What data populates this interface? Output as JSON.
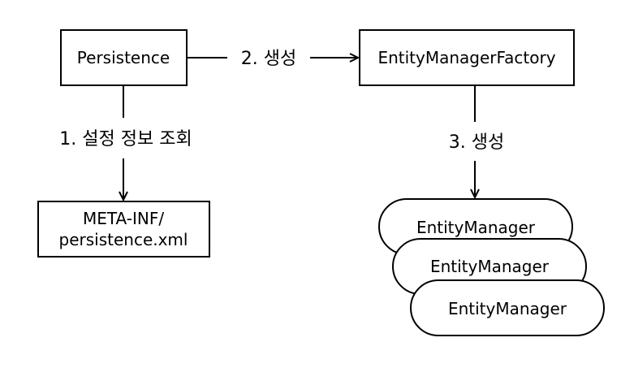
{
  "nodes": {
    "persistence": "Persistence",
    "factory": "EntityManagerFactory",
    "config_line1": "META-INF/",
    "config_line2": "persistence.xml",
    "entity_managers": [
      "EntityManager",
      "EntityManager",
      "EntityManager"
    ]
  },
  "edges": {
    "lookup_config": "1. 설정 정보 조회",
    "create_factory": "2. 생성",
    "create_manager": "3. 생성"
  },
  "colors": {
    "stroke": "#000000",
    "fill": "#ffffff"
  }
}
